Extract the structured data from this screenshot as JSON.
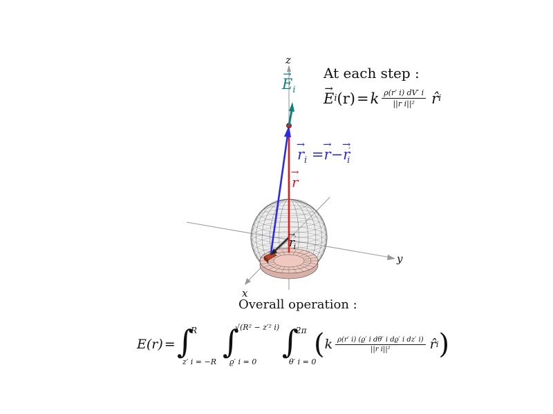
{
  "axes": {
    "x": "x",
    "y": "y",
    "z": "z"
  },
  "labels": {
    "Ei": "E",
    "Ei_sub": "i",
    "r": "r",
    "ri_lhs": "r",
    "ri_sub": "i",
    "ri_eq": "=",
    "ri_r": "r",
    "ri_minus": "−",
    "ri_rprime": "r",
    "ri_prime": "′",
    "ri_prime_sub": "i",
    "r_prime": "r",
    "r_prime_mark": "′",
    "r_prime_sub": "i"
  },
  "step": {
    "heading": "At each step :",
    "lhs": "E",
    "lhs_sub": "i",
    "lhs_arg": "(r)",
    "eq": "=",
    "k": "k",
    "num": "ρ(r′ i)  dV′ i",
    "den": "||r i||²",
    "rhat": "r̂",
    "rhat_sub": "i"
  },
  "overall": {
    "heading": "Overall operation :",
    "lhs": "E(r)",
    "eq": "=",
    "int1_upper": "R",
    "int1_lower": "z′ i = −R",
    "int2_upper": "√(R² − z′² i)",
    "int2_lower": "ϱ′ i = 0",
    "int3_upper": "2π",
    "int3_lower": "θ′ i = 0",
    "k": "k",
    "num": "ρ(r′ i)  (ϱ′ i dθ′ i  dϱ′ i  dz′ i)",
    "den": "||r i||²",
    "rhat": "r̂",
    "rhat_sub": "i"
  },
  "colors": {
    "axis": "#9a9a9a",
    "sphere_mesh": "#555555",
    "disk_fill": "#e8b8b0",
    "r_vector": "#e11b1b",
    "ri_vector": "#2a2ae6",
    "rprime_vector": "#333333",
    "E_vector": "#0f7f7f",
    "element": "#c04020"
  }
}
